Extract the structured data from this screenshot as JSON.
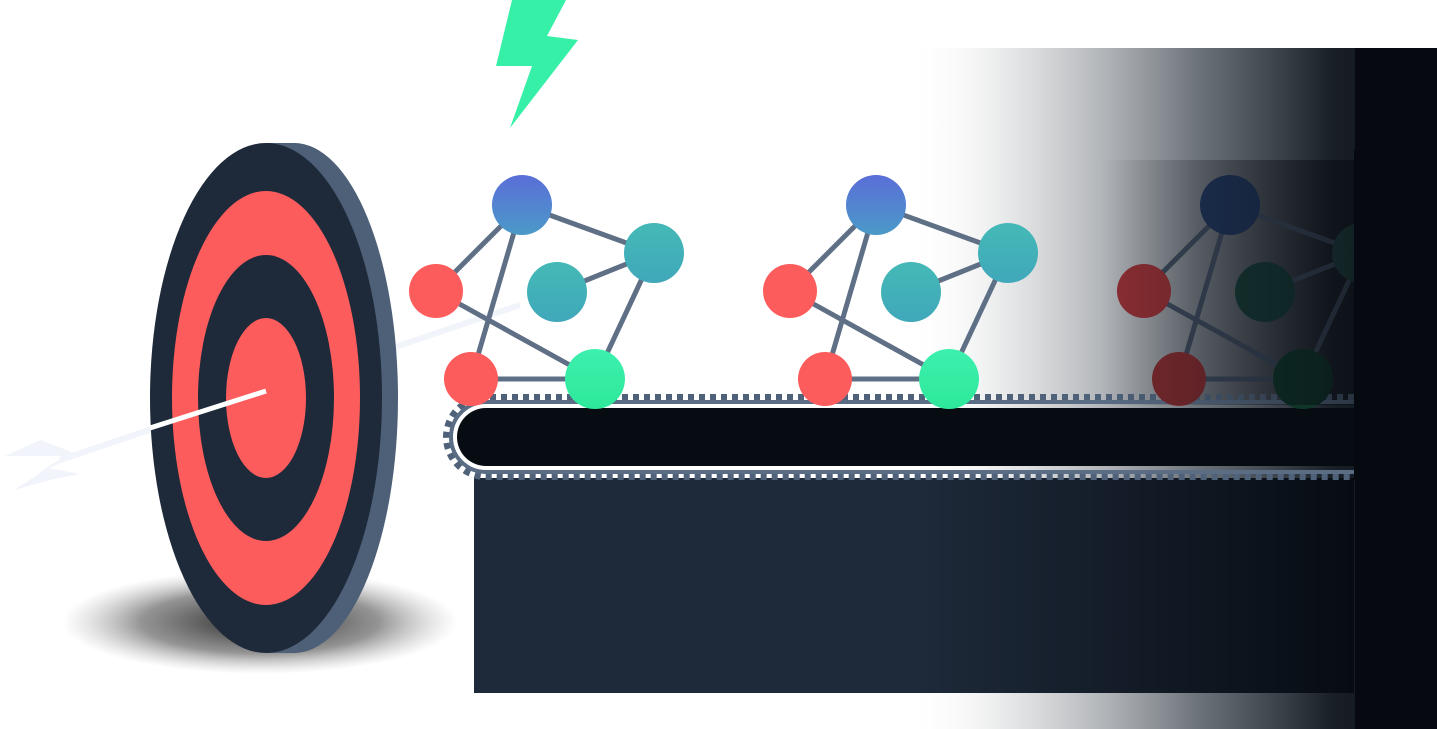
{
  "colors": {
    "background": "#ffffff",
    "dark_navy": "#1e2a3a",
    "near_black": "#070c13",
    "target_red": "#fd5c5c",
    "target_rim": "#4e6078",
    "arrow_white": "#ffffff",
    "arrow_faint": "#f1f4fa",
    "edge_gray": "#5f6f86",
    "belt_gray": "#4f627a",
    "bolt_green": "#36f0a8",
    "node_blue_top": "#5a78d8",
    "node_blue_bottom": "#4aa0c8",
    "node_teal": "#45b6b8",
    "node_red": "#fd5c5c",
    "node_green": "#36f0a8"
  },
  "icons": {
    "target": "bullseye-icon",
    "bolt": "lightning-bolt-icon",
    "molecule": "molecule-network-icon",
    "arrow": "arrow-icon",
    "conveyor": "conveyor-belt-icon"
  },
  "molecules": [
    {
      "name": "molecule-1",
      "offset_index": 0
    },
    {
      "name": "molecule-2",
      "offset_index": 1
    },
    {
      "name": "molecule-3",
      "offset_index": 2
    }
  ]
}
